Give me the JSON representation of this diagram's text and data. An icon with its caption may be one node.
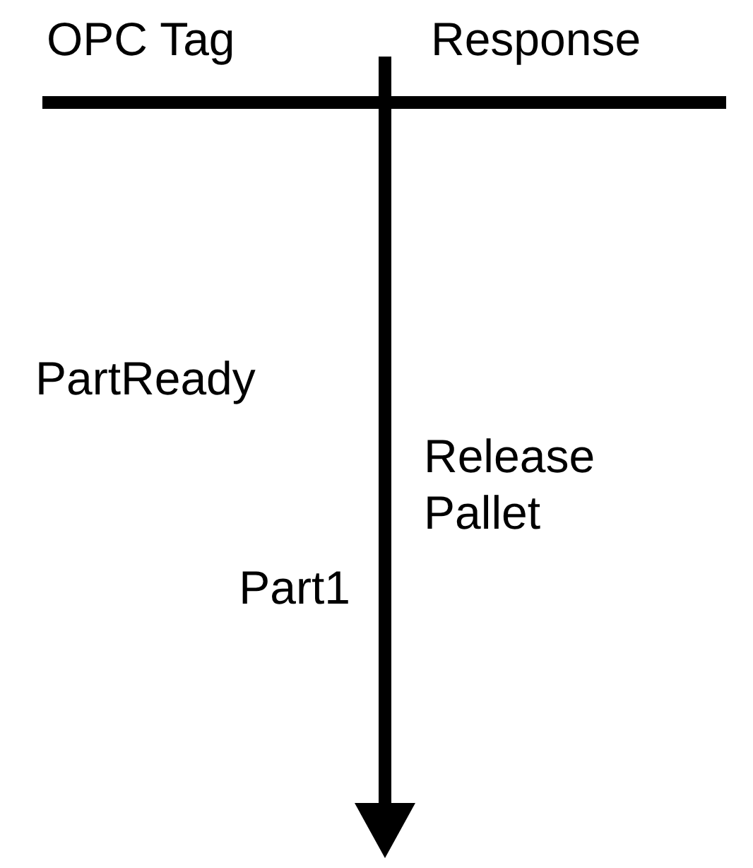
{
  "diagram": {
    "labels": [
      "OPC Tag",
      "Response",
      "PartReady",
      "Release Pallet",
      "Part1"
    ]
  }
}
